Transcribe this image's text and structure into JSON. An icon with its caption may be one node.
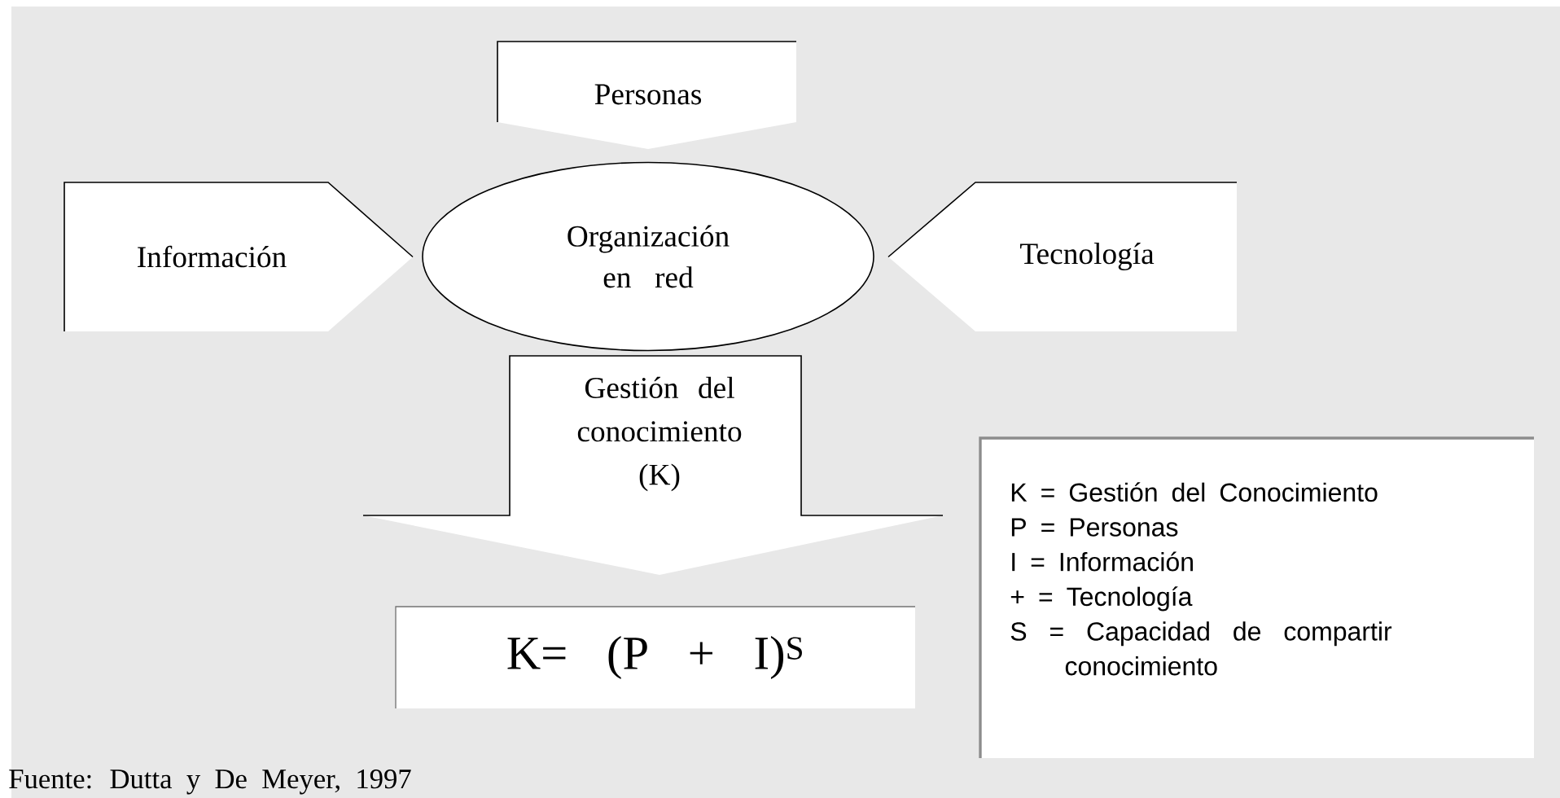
{
  "diagram": {
    "caption": "Fuente: Dutta y De Meyer, 1997",
    "nodes": [
      {
        "text": [
          "Personas"
        ]
      },
      {
        "text": [
          "Información"
        ]
      },
      {
        "text": [
          "Organización en red"
        ]
      },
      {
        "text": [
          "Tecnología"
        ]
      },
      {
        "text": [
          "Gestión del conocimiento (K)"
        ]
      },
      {
        "text": [
          "K= (P + I)$^{S}$"
        ]
      },
      {
        "text": [
          "K = Gestión del Conocimiento",
          "P = Personas",
          "I = Información",
          "+ = Tecnología",
          "S = Capacidad de compartir conocimiento"
        ]
      }
    ]
  }
}
